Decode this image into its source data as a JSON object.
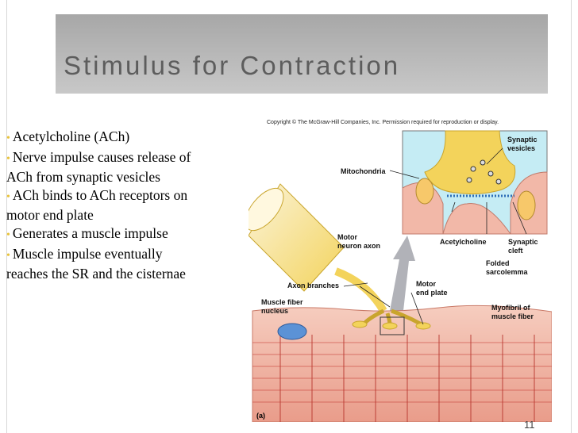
{
  "slide": {
    "title": "Stimulus for Contraction",
    "page_number": "11"
  },
  "bullets": [
    "Acetylcholine (ACh)",
    "Nerve impulse causes release of",
    "ACh from synaptic vesicles",
    "ACh binds to ACh receptors on",
    "motor end plate",
    "Generates a muscle impulse",
    "Muscle impulse eventually",
    "reaches the SR and the cisternae"
  ],
  "figure": {
    "copyright": "Copyright © The McGraw-Hill Companies, Inc. Permission required for reproduction or display.",
    "labels": {
      "synaptic_vesicles": "Synaptic\nvesicles",
      "mitochondria": "Mitochondria",
      "motor_neuron_axon": "Motor\nneuron axon",
      "acetylcholine": "Acetylcholine",
      "synaptic_cleft": "Synaptic\ncleft",
      "folded_sarcolemma": "Folded\nsarcolemma",
      "axon_branches": "Axon branches",
      "motor_end_plate": "Motor\nend plate",
      "muscle_fiber_nucleus": "Muscle fiber\nnucleus",
      "myofibril": "Myofibril of\nmuscle fiber"
    },
    "panel_tag": "(a)"
  },
  "colors": {
    "title_band": "#b4b4b4",
    "title_text": "#5d5d5d",
    "bullet_marker": "#e8c23a",
    "nerve": "#f3d35b",
    "muscle": "#f2b8a8",
    "inset_bg": "#c5ecf4"
  }
}
